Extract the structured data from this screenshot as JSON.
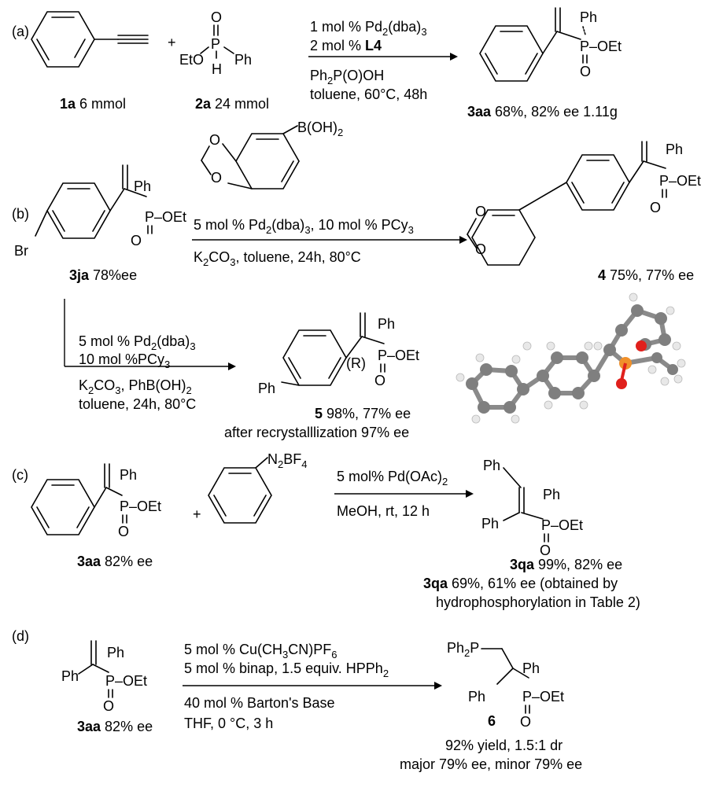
{
  "panels": {
    "a": {
      "label": "(a)",
      "plus": "+",
      "atoms": {
        "O": "O",
        "P": "P",
        "EtO": "EtO",
        "Ph": "Ph",
        "H": "H",
        "OEt": "P–OEt",
        "O2": "O",
        "Ph2": "Ph"
      },
      "cond1_main": "1 mol % Pd",
      "cond1_sub": "2",
      "cond1_tail": "(dba)",
      "cond1_sub2": "3",
      "cond2_main": "2 mol % ",
      "cond2_bold": "L4",
      "cond3_main": "Ph",
      "cond3_sub": "2",
      "cond3_tail": "P(O)OH",
      "cond4": "toluene, 60°C, 48h",
      "sub1_bold": "1a",
      "sub1_rest": " 6 mmol",
      "sub2_bold": "2a",
      "sub2_rest": " 24 mmol",
      "prod_bold": "3aa",
      "prod_rest": "  68%, 82% ee  1.11g"
    },
    "b": {
      "label": "(b)",
      "atoms": {
        "Ph": "Ph",
        "POEt": "P–OEt",
        "O": "O",
        "Br": "Br",
        "BOH": "B(OH)",
        "BOH_sub": "2",
        "O1": "O",
        "O2": "O",
        "O3": "O",
        "O4": "O",
        "Ph2": "Ph",
        "POEt2": "P–OEt",
        "O5": "O"
      },
      "cond1": "5 mol % Pd",
      "cond1_sub": "2",
      "cond1_tail": "(dba)",
      "cond1_sub2": "3",
      "cond1_tail2": ", 10 mol % PCy",
      "cond1_sub3": "3",
      "cond2": "K",
      "cond2_sub": "2",
      "cond2_tail": "CO",
      "cond2_sub2": "3",
      "cond2_tail2": ", toluene, 24h, 80°C",
      "sm_bold": "3ja",
      "sm_rest": " 78%ee",
      "p4_bold": "4",
      "p4_rest": " 75%, 77% ee",
      "v_cond1": "5 mol % Pd",
      "v_cond1_sub": "2",
      "v_cond1_tail": "(dba)",
      "v_cond1_sub2": "3",
      "v_cond2": "10 mol %PCy",
      "v_cond2_sub": "3",
      "v_cond3": "K",
      "v_cond3_sub": "2",
      "v_cond3_tail": "CO",
      "v_cond3_sub2": "3",
      "v_cond3_tail2": ", PhB(OH)",
      "v_cond3_sub3": "2",
      "v_cond4": "toluene, 24h, 80°C",
      "p5_atoms": {
        "Ph": "Ph",
        "Ph2": "Ph",
        "POEt": "P–OEt",
        "R": "(R)",
        "O": "O"
      },
      "p5_bold": "5",
      "p5_rest": " 98%, 77% ee",
      "p5_note": "after recrystalllization 97% ee"
    },
    "c": {
      "label": "(c)",
      "plus": "+",
      "atoms": {
        "Ph": "Ph",
        "POEt": "P–OEt",
        "O": "O",
        "N2BF4": "N",
        "N2_sub": "2",
        "BF": "BF",
        "BF_sub": "4",
        "PhA": "Ph",
        "PhB": "Ph",
        "PhC": "Ph",
        "POEt2": "P–OEt",
        "O2": "O"
      },
      "cond1": "5 mol% Pd(OAc)",
      "cond1_sub": "2",
      "cond2": "MeOH, rt, 12 h",
      "sm_bold": "3aa",
      "sm_rest": " 82% ee",
      "p_bold": "3qa",
      "p_rest": " 99%, 82% ee",
      "p2_bold": "3qa",
      "p2_rest": " 69%, 61% ee (obtained by",
      "p2_line2": "hydrophosphorylation in Table 2)"
    },
    "d": {
      "label": "(d)",
      "atoms": {
        "Ph": "Ph",
        "Ph2": "Ph",
        "POEt": "P–OEt",
        "O": "O",
        "Ph2P": "Ph",
        "Ph2P_sub": "2",
        "Ph2P_tail": "P",
        "PhA": "Ph",
        "PhB": "Ph",
        "POEt2": "P–OEt",
        "O2": "O"
      },
      "cond1": "5 mol % Cu(CH",
      "cond1_sub": "3",
      "cond1_tail": "CN)PF",
      "cond1_sub2": "6",
      "cond2": "5 mol % binap, 1.5 equiv. HPPh",
      "cond2_sub": "2",
      "cond3": "40 mol % Barton's Base",
      "cond4": "THF, 0 °C, 3 h",
      "sm_bold": "3aa",
      "sm_rest": " 82% ee",
      "p_bold": "6",
      "p_line1": "92% yield, 1.5:1 dr",
      "p_line2": "major 79% ee, minor 79% ee"
    }
  },
  "colors": {
    "carbon": "#7f7f7f",
    "hydrogen": "#e8e8e8",
    "phosphorus": "#f0902a",
    "oxygen": "#e0201c"
  }
}
